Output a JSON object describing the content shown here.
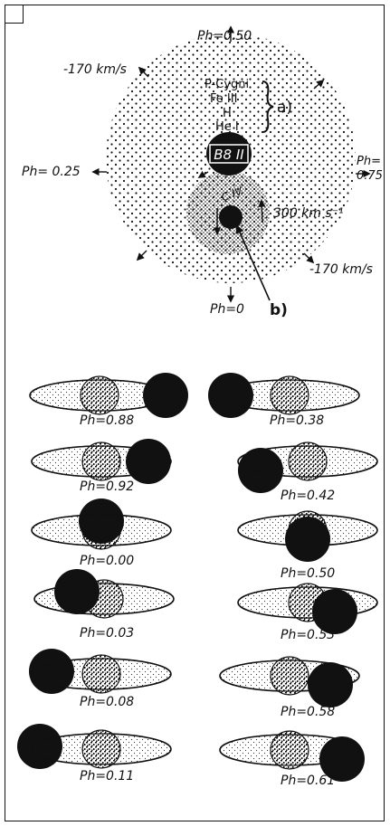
{
  "top": {
    "phases": {
      "top": "Ph=0.50",
      "left": "Ph= 0.25",
      "right_1": "Ph=",
      "right_2": "0.75",
      "bottom": "Ph=0"
    },
    "velocities": {
      "upper_left": "-170 km/s",
      "lower_right": "-170 km/s",
      "inner": "300 km s⁻¹"
    },
    "lines": [
      "P-Cygni",
      "Fe III",
      "H",
      "He I"
    ],
    "label_a": "a)",
    "label_b": "b)",
    "star_bright": "B8 II",
    "star_faint": "C IV"
  },
  "bottom": {
    "left_phases": [
      "Ph=0.88",
      "Ph=0.92",
      "Ph=0.00",
      "Ph=0.03",
      "Ph=0.08",
      "Ph=0.11"
    ],
    "right_phases": [
      "Ph=0.38",
      "Ph=0.42",
      "Ph=0.50",
      "Ph=0.53",
      "Ph=0.58",
      "Ph=0.61"
    ]
  },
  "colors": {
    "ink": "#111111",
    "paper": "#ffffff"
  }
}
